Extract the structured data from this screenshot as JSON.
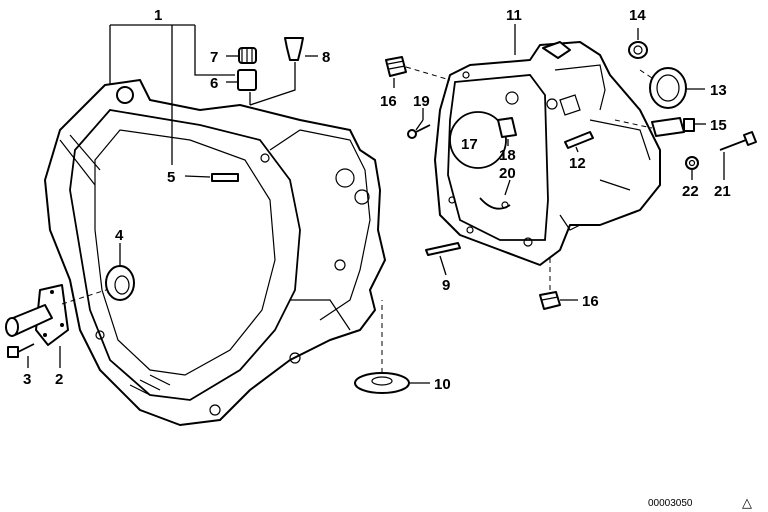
{
  "callouts": {
    "c1": "1",
    "c2": "2",
    "c3": "3",
    "c4": "4",
    "c5": "5",
    "c6": "6",
    "c7": "7",
    "c8": "8",
    "c9": "9",
    "c10": "10",
    "c11": "11",
    "c12": "12",
    "c13": "13",
    "c14": "14",
    "c15": "15",
    "c16a": "16",
    "c16b": "16",
    "c17": "17",
    "c18": "18",
    "c19": "19",
    "c20": "20",
    "c21": "21",
    "c22": "22"
  },
  "footer": {
    "drawing_number": "00003050",
    "symbol": "△"
  }
}
